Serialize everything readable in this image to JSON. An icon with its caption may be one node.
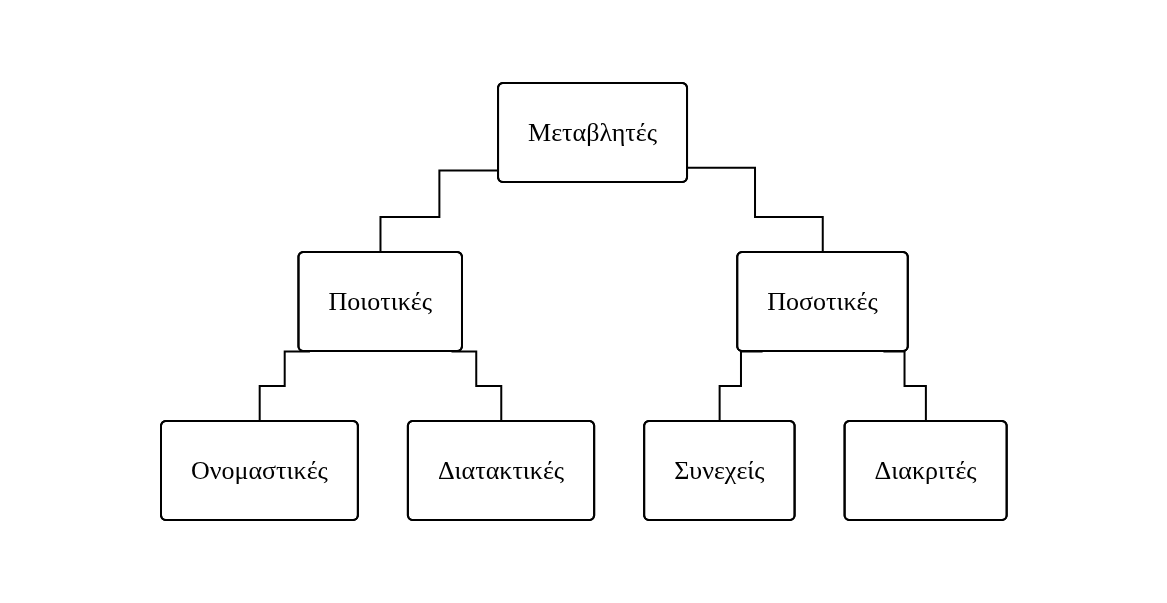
{
  "diagram": {
    "nodes": [
      {
        "text": [
          "Μεταβλητές"
        ]
      },
      {
        "text": [
          "Ποιοτικές"
        ]
      },
      {
        "text": [
          "Ποσοτικές"
        ]
      },
      {
        "text": [
          "Ονομαστικές"
        ]
      },
      {
        "text": [
          "Διατακτικές"
        ]
      },
      {
        "text": [
          "Συνεχείς"
        ]
      },
      {
        "text": [
          "Διακριτές"
        ]
      }
    ],
    "edges": [
      {
        "from": 0,
        "to": 1,
        "arrow": "none"
      },
      {
        "from": 0,
        "to": 2,
        "arrow": "none"
      },
      {
        "from": 1,
        "to": 3,
        "arrow": "none"
      },
      {
        "from": 1,
        "to": 4,
        "arrow": "none"
      },
      {
        "from": 2,
        "to": 5,
        "arrow": "none"
      },
      {
        "from": 2,
        "to": 6,
        "arrow": "none"
      }
    ]
  }
}
